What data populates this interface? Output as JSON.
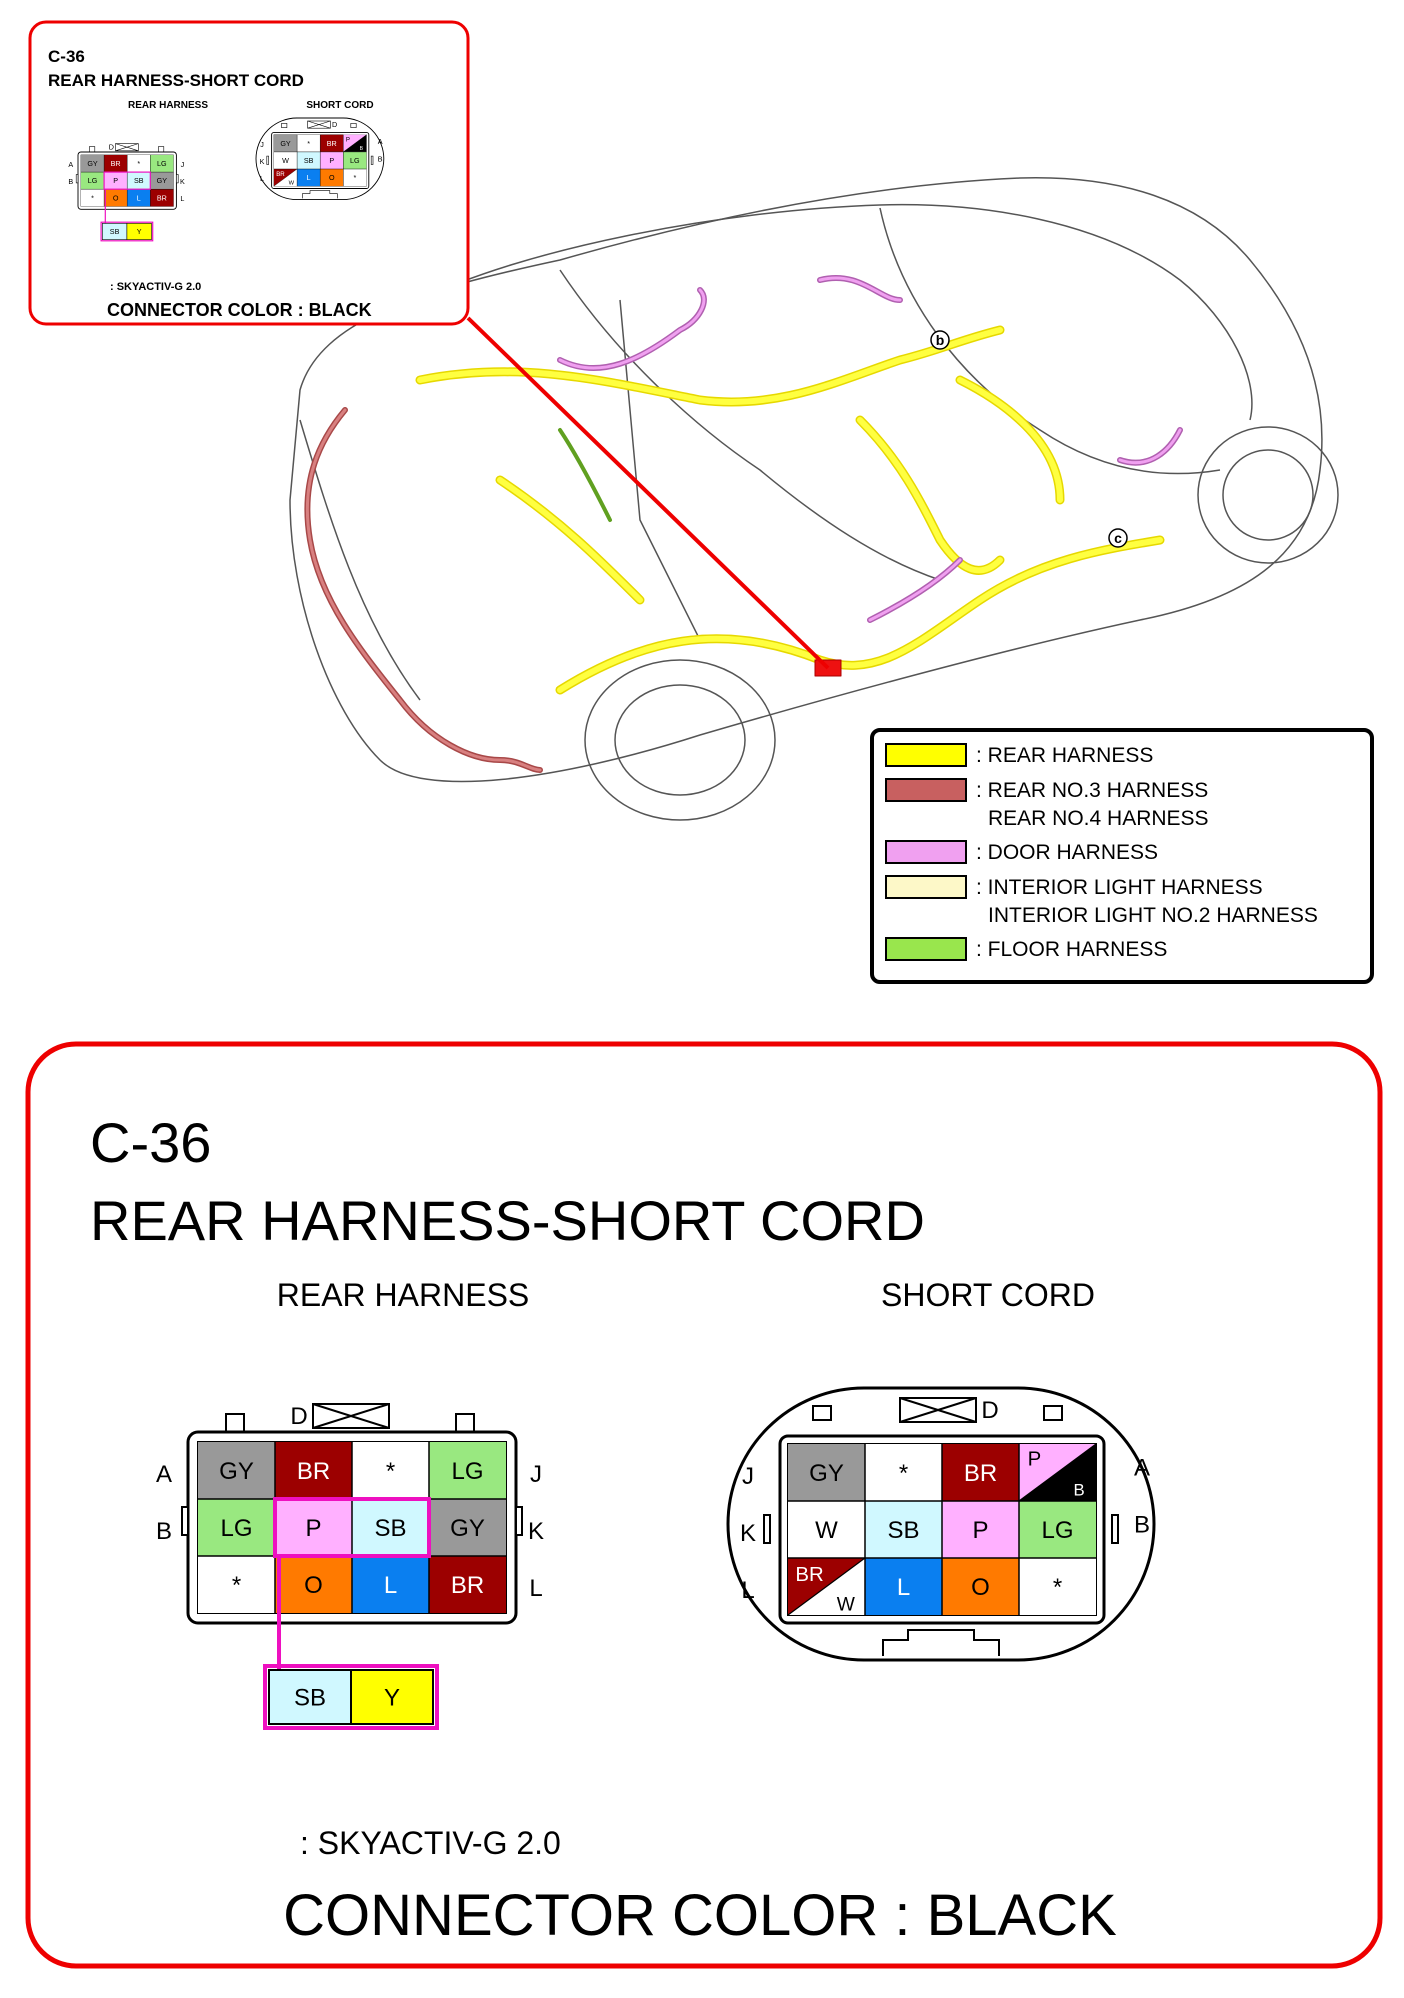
{
  "connector": {
    "id": "C-36",
    "name": "REAR HARNESS-SHORT CORD",
    "left_label": "REAR HARNESS",
    "right_label": "SHORT CORD",
    "color_line": "CONNECTOR COLOR : BLACK",
    "variant_note": ": SKYACTIV-G 2.0"
  },
  "rear_harness": {
    "top_key": "D",
    "side_labels": {
      "left": [
        "A",
        "B",
        "L"
      ],
      "right": [
        "J",
        "K",
        "L"
      ]
    },
    "rows": [
      [
        "GY",
        "BR",
        "*",
        "LG"
      ],
      [
        "LG",
        "P",
        "SB",
        "GY"
      ],
      [
        "*",
        "O",
        "L",
        "BR"
      ]
    ],
    "variant_cells": [
      "SB",
      "Y"
    ]
  },
  "short_cord": {
    "top_key": "D",
    "side_labels": {
      "left": [
        "J",
        "K",
        "L"
      ],
      "right": [
        "A",
        "B"
      ]
    },
    "rows": [
      [
        "GY",
        "*",
        "BR",
        "P/B"
      ],
      [
        "W",
        "SB",
        "P",
        "LG"
      ],
      [
        "BR/W",
        "L",
        "O",
        "*"
      ]
    ],
    "split_cells": {
      "P/B": {
        "top": "P",
        "bottom": "B"
      },
      "BR/W": {
        "top": "BR",
        "bottom": "W"
      }
    }
  },
  "harness_legend": [
    {
      "color": "#ffff00",
      "lines": [
        ": REAR HARNESS"
      ]
    },
    {
      "color": "#c86060",
      "lines": [
        ": REAR NO.3 HARNESS",
        "REAR NO.4 HARNESS"
      ]
    },
    {
      "color": "#f0a0f0",
      "lines": [
        ": DOOR HARNESS"
      ]
    },
    {
      "color": "#fdf8c8",
      "lines": [
        ": INTERIOR LIGHT HARNESS",
        "INTERIOR LIGHT NO.2 HARNESS"
      ]
    },
    {
      "color": "#99e64d",
      "lines": [
        ": FLOOR HARNESS"
      ]
    }
  ],
  "callouts": [
    "b",
    "c"
  ],
  "wire_colors": {
    "GY": "#999999",
    "BR": "#9c0000",
    "*": "#ffffff",
    "LG": "#99e880",
    "P": "#ffb0ff",
    "SB": "#d0f8ff",
    "O": "#ff7a00",
    "L": "#0a7ff0",
    "W": "#ffffff",
    "Y": "#ffff00",
    "B": "#000000"
  },
  "frame_color": "#ff0000",
  "highlight_color": "#ee10c0"
}
